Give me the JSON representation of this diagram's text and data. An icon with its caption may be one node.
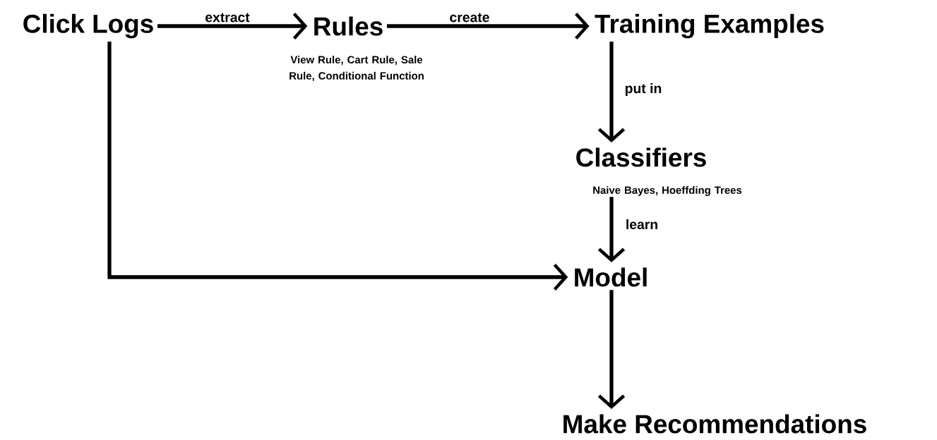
{
  "diagram": {
    "nodes": [
      {
        "text": [
          "Click Logs"
        ]
      },
      {
        "text": [
          "Rules"
        ],
        "beside": [
          "View Rule, Cart Rule, Sale Rule, Conditional Function"
        ]
      },
      {
        "text": [
          "Training Examples"
        ]
      },
      {
        "text": [
          "Classifiers"
        ],
        "beside": [
          "Naive Bayes, Hoeffding Trees"
        ]
      },
      {
        "text": [
          "Model"
        ]
      },
      {
        "text": [
          "Make Recommendations"
        ]
      }
    ],
    "edges": [
      {
        "from": 0,
        "to": 1,
        "arrow": "to",
        "label": "extract"
      },
      {
        "from": 1,
        "to": 2,
        "arrow": "to",
        "label": "create"
      },
      {
        "from": 2,
        "to": 3,
        "arrow": "to",
        "label": "put in"
      },
      {
        "from": 3,
        "to": 4,
        "arrow": "to",
        "label": "learn"
      },
      {
        "from": 4,
        "to": 5,
        "arrow": "to"
      },
      {
        "from": 0,
        "to": 4,
        "arrow": "to"
      }
    ]
  }
}
